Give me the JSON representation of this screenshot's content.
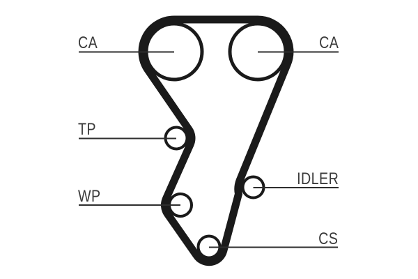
{
  "diagram": {
    "kind": "timing-belt-routing-diagram",
    "colors": {
      "background": "#ffffff",
      "belt": "#1a1a1a",
      "pulley_stroke": "#1a1a1a",
      "pulley_fill": "#ffffff",
      "leader_line": "#2e2e2e",
      "label_text": "#3a3a3a"
    },
    "labels": [
      {
        "id": "ca-left",
        "text": "CA",
        "side": "left"
      },
      {
        "id": "ca-right",
        "text": "CA",
        "side": "right"
      },
      {
        "id": "tp",
        "text": "TP",
        "side": "left"
      },
      {
        "id": "wp",
        "text": "WP",
        "side": "left"
      },
      {
        "id": "idler",
        "text": "IDLER",
        "side": "right"
      },
      {
        "id": "cs",
        "text": "CS",
        "side": "right"
      }
    ]
  }
}
